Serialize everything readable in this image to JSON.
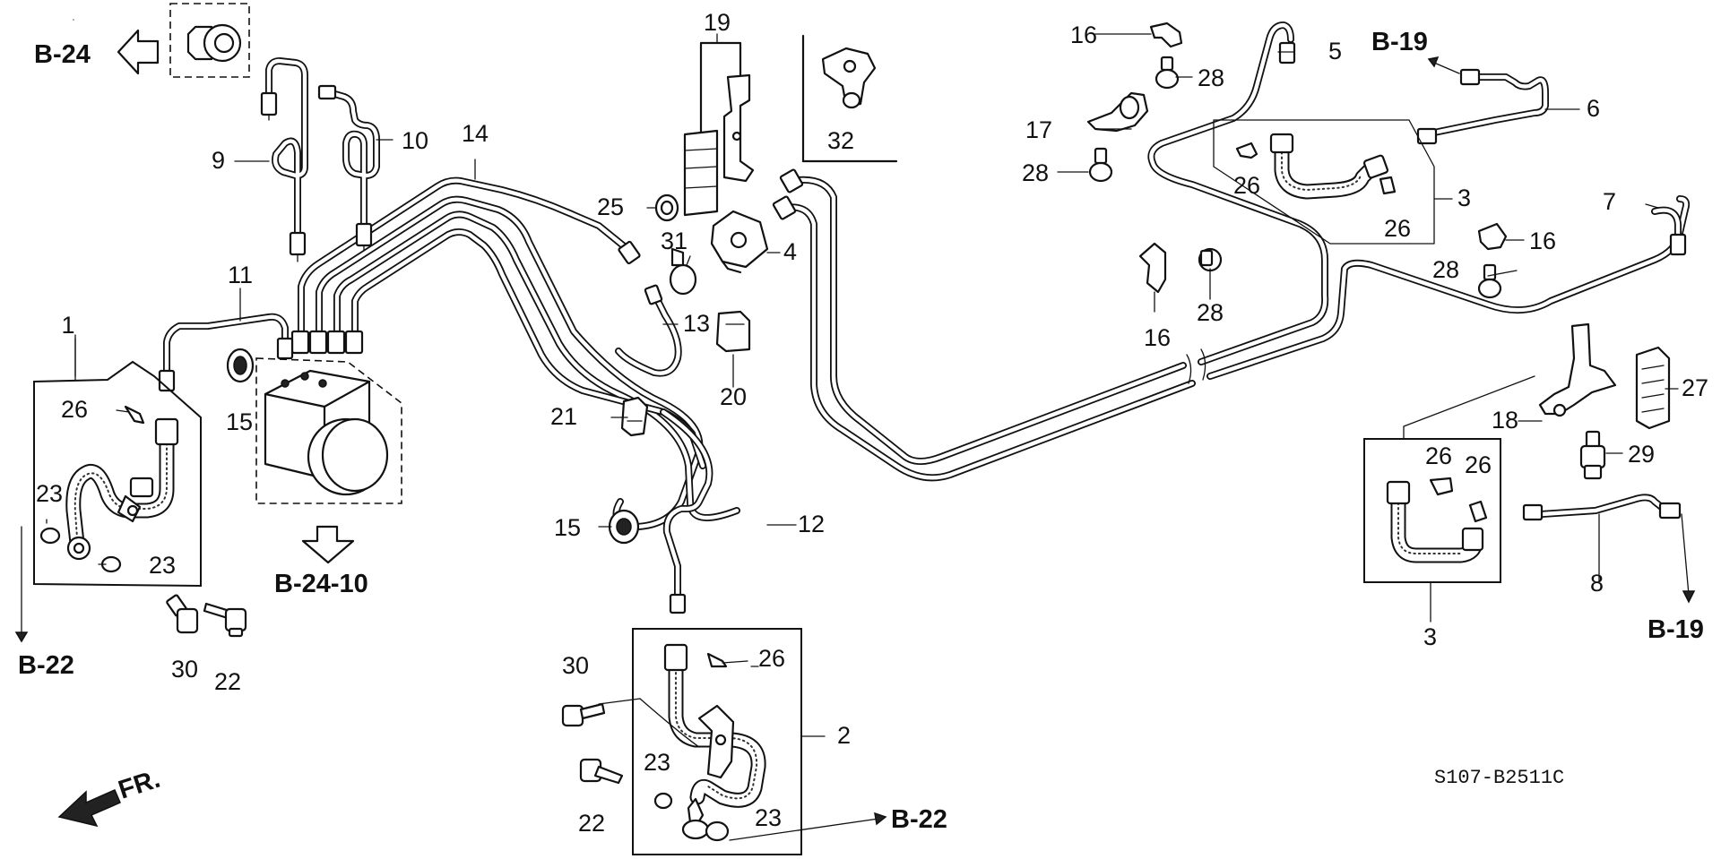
{
  "callouts": {
    "c1": "1",
    "c2": "2",
    "c3a": "3",
    "c3b": "3",
    "c4": "4",
    "c5": "5",
    "c6": "6",
    "c7": "7",
    "c8": "8",
    "c9": "9",
    "c10": "10",
    "c11": "11",
    "c12": "12",
    "c13": "13",
    "c14": "14",
    "c15a": "15",
    "c15b": "15",
    "c16a": "16",
    "c16b": "16",
    "c16c": "16",
    "c17": "17",
    "c18": "18",
    "c19": "19",
    "c20": "20",
    "c21": "21",
    "c22a": "22",
    "c22b": "22",
    "c23a": "23",
    "c23b": "23",
    "c23c": "23",
    "c23d": "23",
    "c25": "25",
    "c26a": "26",
    "c26b": "26",
    "c26c": "26",
    "c26d": "26",
    "c26e": "26",
    "c26f": "26",
    "c27": "27",
    "c28a": "28",
    "c28b": "28",
    "c28c": "28",
    "c28d": "28",
    "c29": "29",
    "c30a": "30",
    "c30b": "30",
    "c31": "31",
    "c32": "32"
  },
  "references": {
    "b24": "B-24",
    "b2410": "B-24-10",
    "b22_left": "B-22",
    "b22_bottom": "B-22",
    "b19_top": "B-19",
    "b19_right": "B-19"
  },
  "direction_label": "FR.",
  "diagram_code": "S107-B2511C",
  "icons": {
    "front": "front-direction-arrow-icon",
    "ref_arrow": "hollow-arrow-icon"
  }
}
